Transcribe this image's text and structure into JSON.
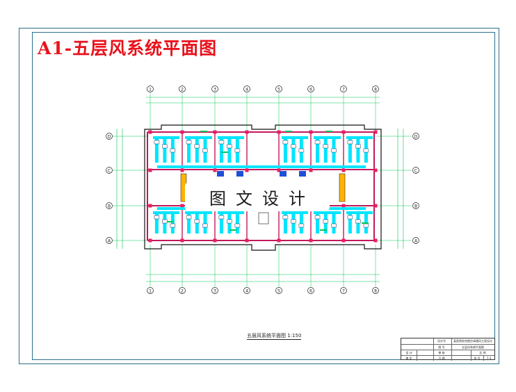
{
  "drawing": {
    "title": "A1-五层风系统平面图",
    "watermark": "图文设计",
    "scale_caption": "五层风系统平面图 1:150",
    "axis_numbers": [
      "①",
      "②",
      "③",
      "④",
      "⑤",
      "⑥",
      "⑦",
      "⑧"
    ],
    "axis_letters": [
      "A",
      "B",
      "C",
      "D"
    ]
  },
  "title_block": {
    "project": "某医院综合楼空调通风工程设计",
    "sheet_name": "五层风系统平面图",
    "design_no": "设计号",
    "drawing_no": "图 号",
    "designer": "设 计",
    "checker": "审 核",
    "approver": "审 定",
    "scale_label": "比 例",
    "date_label": "日 期",
    "sheet_label": "张 号",
    "sheet_value": "7-3"
  },
  "colors": {
    "frame": "#2a6f8a",
    "title_red": "#e8121c",
    "wall_magenta": "#c2185b",
    "duct_cyan": "#00e5ff",
    "dim_green": "#00c853",
    "unit_blue": "#1e4fd8"
  }
}
